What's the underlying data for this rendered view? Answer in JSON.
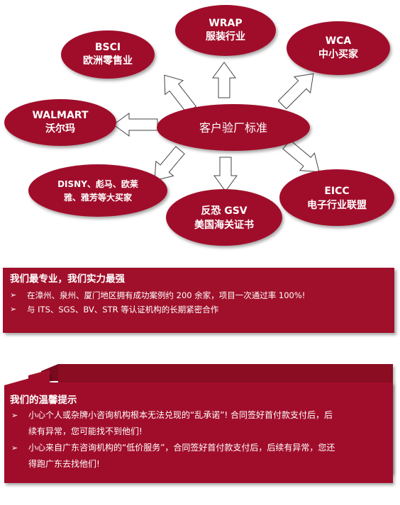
{
  "diagram": {
    "center": "客户验厂标准",
    "nodes": {
      "bsci": [
        "BSCI",
        "欧洲零售业"
      ],
      "wrap": [
        "WRAP",
        "服装行业"
      ],
      "wca": [
        "WCA",
        "中小买家"
      ],
      "walmart": [
        "WALMART",
        "沃尔玛"
      ],
      "disny": [
        "DISNY、彪马、欧莱",
        "雅、雅芳等大买家"
      ],
      "gsv": [
        "反恐 GSV",
        "美国海关证书"
      ],
      "eicc": [
        "EICC",
        "电子行业联盟"
      ]
    }
  },
  "panel1": {
    "heading": "我们最专业，我们实力最强",
    "bullet_mark": "➢",
    "items": [
      "在漳州、泉州、厦门地区拥有成功案例约 200 余家，项目一次通过率 100%!",
      "与 ITS、SGS、BV、STR 等认证机构的长期紧密合作"
    ]
  },
  "panel2": {
    "heading": "我们的温馨提示",
    "bullet_mark": "➢",
    "items": [
      "小心个人或杂牌小咨询机构根本无法兑现的“乱承诺”! 合同签好首付款支付后，后续有异常，您可能找不到他们!",
      "小心来自广东咨询机构的“低价服务”，合同签好首付款支付后，后续有异常，您还得跑广东去找他们!"
    ]
  },
  "colors": {
    "primary": "#a0102a",
    "text": "#ffffff"
  }
}
